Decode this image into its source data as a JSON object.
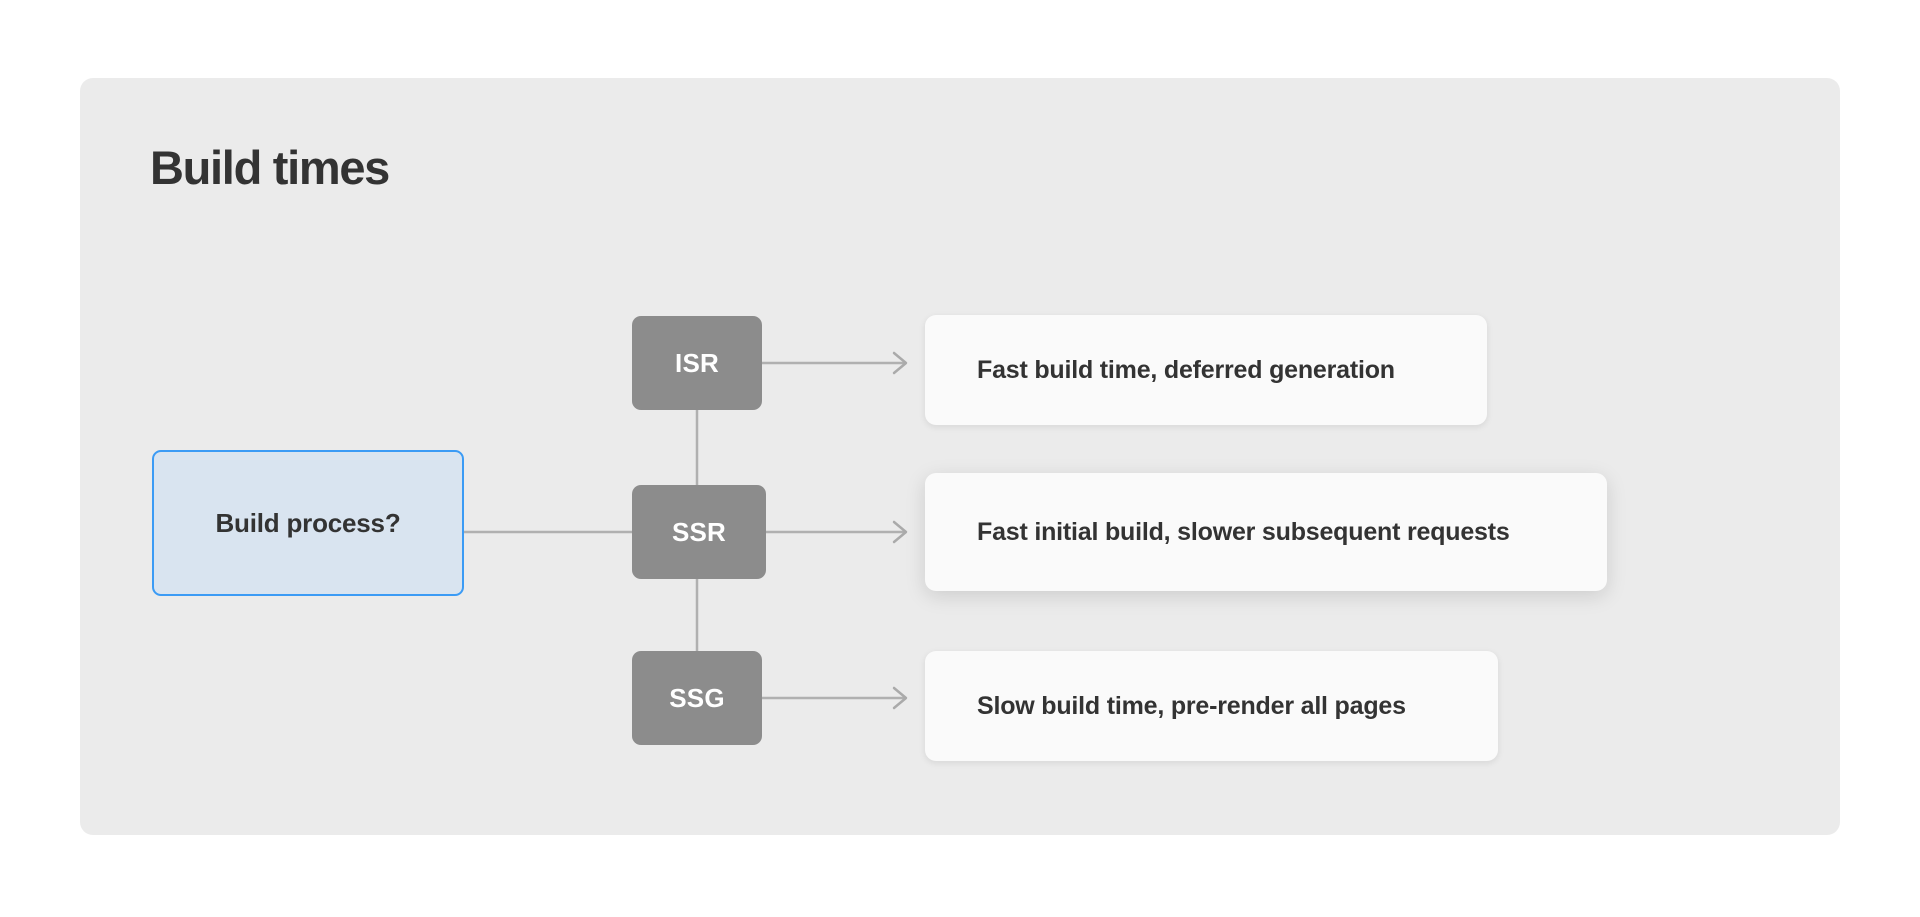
{
  "page": {
    "background_color": "#ffffff"
  },
  "panel": {
    "title": "Build times",
    "background_color": "#ebebeb"
  },
  "diagram": {
    "type": "flowchart",
    "orientation": "left-to-right",
    "decision_node": {
      "label": "Build process?",
      "fill_color": "#d9e4f0",
      "border_color": "#3b9bf5",
      "text_color": "#333333"
    },
    "strategy_nodes": [
      {
        "id": "isr",
        "label": "ISR",
        "fill_color": "#8c8c8c",
        "text_color": "#ffffff"
      },
      {
        "id": "ssr",
        "label": "SSR",
        "fill_color": "#8c8c8c",
        "text_color": "#ffffff"
      },
      {
        "id": "ssg",
        "label": "SSG",
        "fill_color": "#8c8c8c",
        "text_color": "#ffffff"
      }
    ],
    "outcome_cards": [
      {
        "id": "isr",
        "label": "Fast build time, deferred generation",
        "fill_color": "#fafafa",
        "text_color": "#333333",
        "emphasized": false
      },
      {
        "id": "ssr",
        "label": "Fast initial build, slower subsequent requests",
        "fill_color": "#fafafa",
        "text_color": "#333333",
        "emphasized": true
      },
      {
        "id": "ssg",
        "label": "Slow build time, pre-render all pages",
        "fill_color": "#fafafa",
        "text_color": "#333333",
        "emphasized": false
      }
    ],
    "connectors": {
      "line_color": "#b0b0b0",
      "arrow_color": "#aaaaaa",
      "edges": [
        {
          "from": "decision",
          "to": "ssr",
          "arrowhead": false
        },
        {
          "from": "isr",
          "to": "ssr",
          "arrowhead": false
        },
        {
          "from": "ssr",
          "to": "ssg",
          "arrowhead": false
        },
        {
          "from": "isr",
          "to": "card-isr",
          "arrowhead": true
        },
        {
          "from": "ssr",
          "to": "card-ssr",
          "arrowhead": true
        },
        {
          "from": "ssg",
          "to": "card-ssg",
          "arrowhead": true
        }
      ]
    }
  }
}
